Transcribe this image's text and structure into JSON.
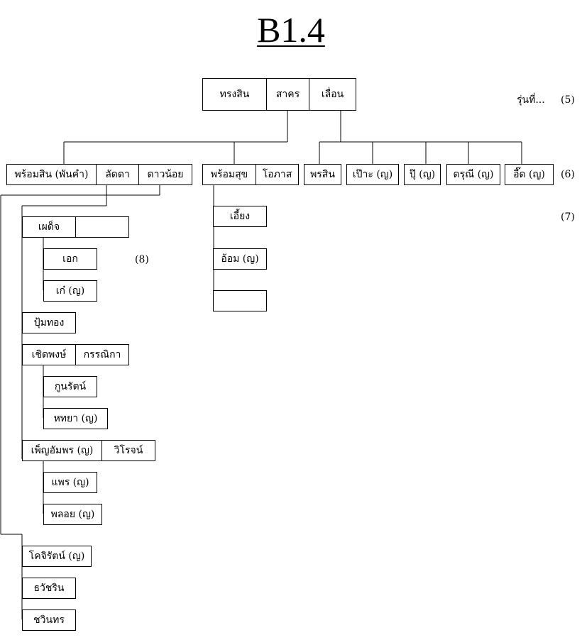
{
  "title": "B1.4",
  "generation_labels": {
    "gen5": "รุ่นที่...",
    "num5": "(5)",
    "num6": "(6)",
    "num7": "(7)",
    "num8": "(8)"
  },
  "top": {
    "a": "ทรงสิน",
    "b": "สาคร",
    "c": "เลื่อน"
  },
  "gen6": {
    "g1a": "พร้อมสิน (พันคำ)",
    "g1b": "ลัดดา",
    "g1c": "ดาวน้อย",
    "g2a": "พร้อมสุข",
    "g2b": "โอภาส",
    "c1": "พรสิน",
    "c2": "เป๊าะ (ญ)",
    "c3": "ปุ๊ (ญ)",
    "c4": "ดรุณี (ญ)",
    "c5": "อี๊ด (ญ)"
  },
  "gen7": {
    "pedja": "เผด็จ",
    "pedja_spouse": "",
    "pumthong": "ปุ้มทอง",
    "cherdpong": "เชิดพงษ์",
    "cherdpong_spouse": "กรรณิกา",
    "penyamporn": "เพ็ญอัมพร (ญ)",
    "penyamporn_spouse": "วิโรจน์",
    "kotjirat": "โคจิรัตน์ (ญ)",
    "tawatchirin": "ธวัชริน",
    "chawinthorn": "ชวินทร",
    "eiang": "เอี้ยง",
    "aom": "อ้อม (ญ)",
    "blank": ""
  },
  "gen8": {
    "ek": "เอก",
    "ke": "เก๋ (ญ)",
    "kunrat": "กูนรัตน์",
    "hataya": "หทยา  (ญ)",
    "phrae": "แพร (ญ)",
    "ploy": "พลอย (ญ)"
  }
}
